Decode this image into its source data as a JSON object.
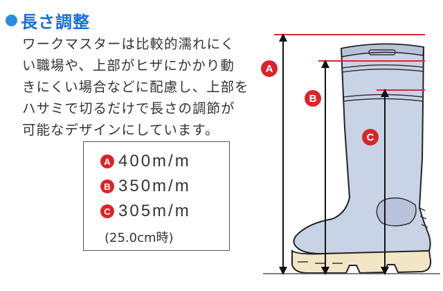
{
  "heading": "長さ調整",
  "description": [
    "ワークマスターは比較的濡れにく",
    "い職場や、上部がヒザにかかり動",
    "きにくい場合などに配慮し、上部を",
    "ハサミで切るだけで長さの調節が",
    "可能なデザインにしています。"
  ],
  "specs": [
    {
      "badge": "A",
      "value": "400m/m"
    },
    {
      "badge": "B",
      "value": "350m/m"
    },
    {
      "badge": "C",
      "value": "305m/m"
    }
  ],
  "spec_note": "(25.0cm時)",
  "diagram_labels": [
    "A",
    "B",
    "C"
  ],
  "colors": {
    "accent_blue": "#1a6fd0",
    "badge_red": "#d7262b",
    "boot_fill": "#c9d3e6",
    "sole_fill": "#f2e6c6",
    "line_red": "#e0242a"
  }
}
